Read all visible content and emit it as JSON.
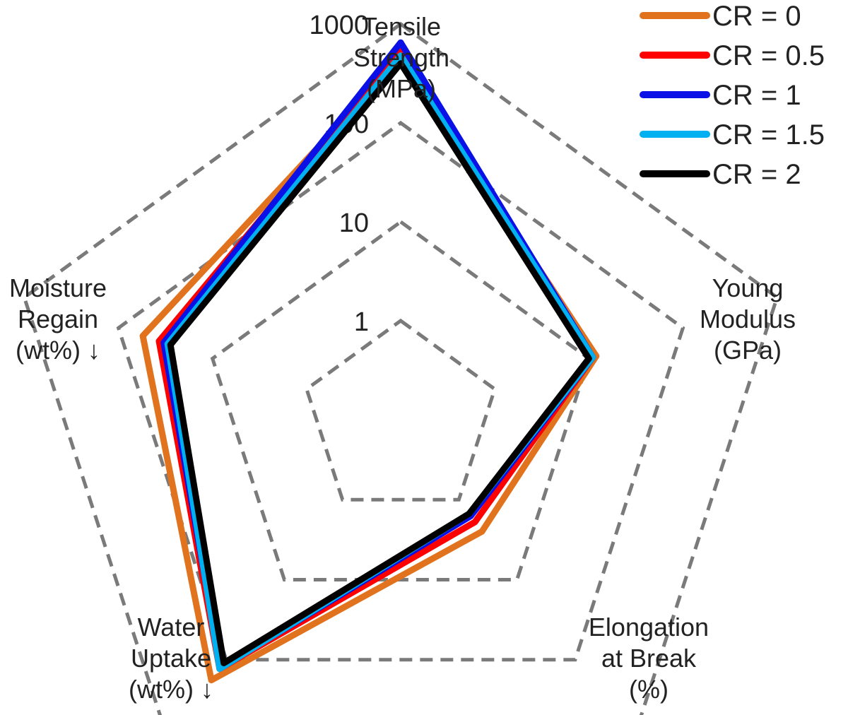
{
  "chart_data": {
    "type": "radar",
    "scale": "log",
    "ticks": [
      "1",
      "10",
      "100",
      "1000"
    ],
    "tick_values": [
      1,
      10,
      100,
      1000
    ],
    "axes": [
      {
        "key": "tensile",
        "label": [
          "Tensile",
          "Strength",
          "(MPa)"
        ]
      },
      {
        "key": "young",
        "label": [
          "Young",
          "Modulus",
          "(GPa)"
        ]
      },
      {
        "key": "elongation",
        "label": [
          "Elongation",
          "at Break",
          "(%)"
        ]
      },
      {
        "key": "water",
        "label": [
          "Water",
          "Uptake",
          "(wt%) ↓"
        ]
      },
      {
        "key": "moisture",
        "label": [
          "Moisture",
          "Regain",
          "(wt%) ↓"
        ]
      }
    ],
    "series": [
      {
        "name": "CR = 0",
        "color": "#e2731e",
        "values": [
          450,
          12,
          2.5,
          180,
          55
        ]
      },
      {
        "name": "CR = 0.5",
        "color": "#ff0000",
        "values": [
          530,
          11,
          1.9,
          130,
          37
        ]
      },
      {
        "name": "CR = 1",
        "color": "#0a10e6",
        "values": [
          650,
          11,
          1.6,
          125,
          33
        ]
      },
      {
        "name": "CR = 1.5",
        "color": "#00b0f0",
        "values": [
          480,
          11,
          1.5,
          130,
          30
        ]
      },
      {
        "name": "CR = 2",
        "color": "#000000",
        "values": [
          400,
          10,
          1.5,
          110,
          28
        ]
      }
    ]
  }
}
